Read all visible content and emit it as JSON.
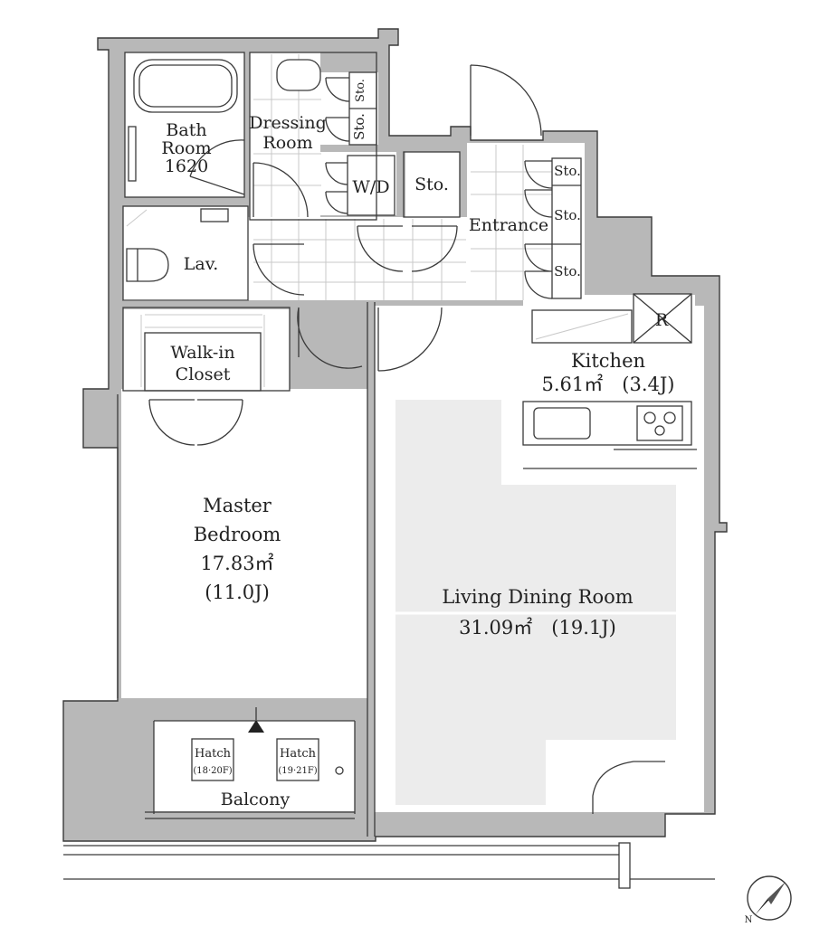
{
  "rooms": {
    "bath": [
      "Bath",
      "Room",
      "1620"
    ],
    "dressing": [
      "Dressing",
      "Room"
    ],
    "sto_top1": "Sto.",
    "sto_top2": "Sto.",
    "wd": "W/D",
    "sto_mid": "Sto.",
    "entrance": "Entrance",
    "sto_e1": "Sto.",
    "sto_e2": "Sto.",
    "sto_e3": "Sto.",
    "lav": "Lav.",
    "walkin": [
      "Walk-in",
      "Closet"
    ],
    "refrigerator": "R",
    "kitchen": [
      "Kitchen",
      "5.61㎡　(3.4J)"
    ],
    "master": [
      "Master",
      "Bedroom",
      "17.83㎡",
      "(11.0J)"
    ],
    "ldk": [
      "Living Dining Room",
      "31.09㎡　(19.1J)"
    ],
    "balcony": "Balcony",
    "hatch1": [
      "Hatch",
      "(18·20F)"
    ],
    "hatch2": [
      "Hatch",
      "(19·21F)"
    ]
  },
  "icons": {
    "north_arrow": "north-arrow-icon",
    "hatch_marker": "triangle-icon"
  },
  "colors": {
    "wall": "#b8b8b8",
    "shade": "#ececec",
    "line": "#3a3a3a"
  }
}
